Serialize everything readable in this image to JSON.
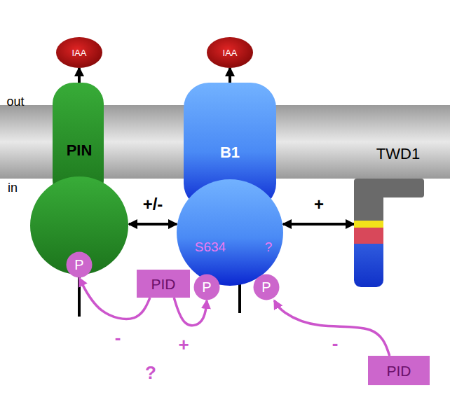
{
  "diagram": {
    "nodes": [
      {
        "text": [
          "IAA"
        ]
      },
      {
        "text": [
          "IAA"
        ]
      },
      {
        "text": [
          "PIN"
        ]
      },
      {
        "text": [
          "B1",
          "S634",
          "?"
        ]
      },
      {
        "text": [
          "TWD1"
        ]
      },
      {
        "text": [
          "P"
        ]
      },
      {
        "text": [
          "PID"
        ]
      },
      {
        "text": [
          "P"
        ]
      },
      {
        "text": [
          "P"
        ]
      },
      {
        "text": [
          "PID"
        ]
      }
    ],
    "edges": [
      {
        "from": 2,
        "to": 0,
        "arrow": "to"
      },
      {
        "from": 3,
        "to": 1,
        "arrow": "to"
      },
      {
        "from": 2,
        "to": 3,
        "label": "+/-",
        "arrow": "both"
      },
      {
        "from": 3,
        "to": 4,
        "label": "+",
        "arrow": "both"
      },
      {
        "from": 6,
        "to": 5,
        "label": "-",
        "arrow": "to"
      },
      {
        "from": 6,
        "to": 7,
        "label": "+",
        "arrow": "to"
      },
      {
        "from": 9,
        "to": 8,
        "label": "-",
        "arrow": "to"
      }
    ],
    "labels": [
      "out",
      "in",
      "?"
    ]
  }
}
